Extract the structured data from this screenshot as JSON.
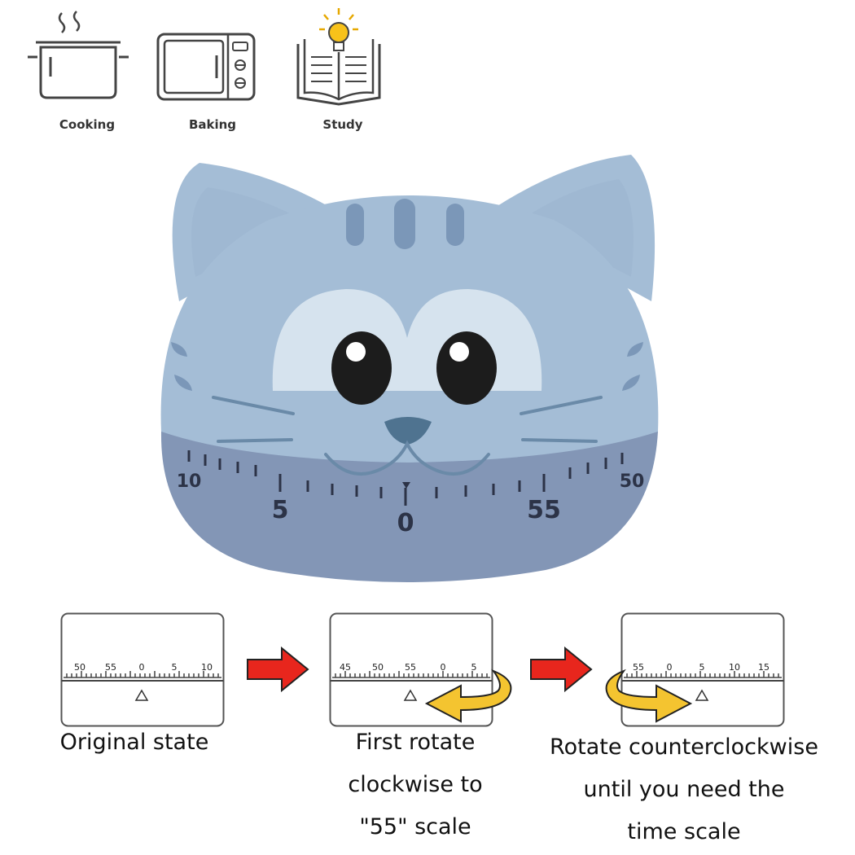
{
  "uses": [
    {
      "label": "Cooking",
      "icon": "cooking-pot-icon"
    },
    {
      "label": "Baking",
      "icon": "microwave-icon"
    },
    {
      "label": "Study",
      "icon": "open-book-lightbulb-icon"
    }
  ],
  "timer": {
    "dial_numbers": [
      "10",
      "5",
      "0",
      "55",
      "50"
    ],
    "colors": {
      "head": "#a4bdd6",
      "head_shadow": "#8eaac7",
      "dial": "#8396b6",
      "stripe": "#7b97b8",
      "eye_patch": "#d6e3ee",
      "eye": "#1c1c1c",
      "scale_text": "#2c3347"
    }
  },
  "steps": [
    {
      "scale_numbers": [
        "50",
        "55",
        "0",
        "5",
        "10"
      ],
      "caption_lines": [
        "Original state"
      ]
    },
    {
      "scale_numbers": [
        "45",
        "50",
        "55",
        "0",
        "5"
      ],
      "caption_lines": [
        "First rotate",
        "clockwise to",
        "\"55\" scale"
      ]
    },
    {
      "scale_numbers": [
        "55",
        "0",
        "5",
        "10",
        "15"
      ],
      "caption_lines": [
        "Rotate counterclockwise",
        "until you need the",
        "time scale"
      ]
    }
  ],
  "colors": {
    "arrow_red": "#e8261d",
    "arrow_yellow": "#f4c430"
  }
}
